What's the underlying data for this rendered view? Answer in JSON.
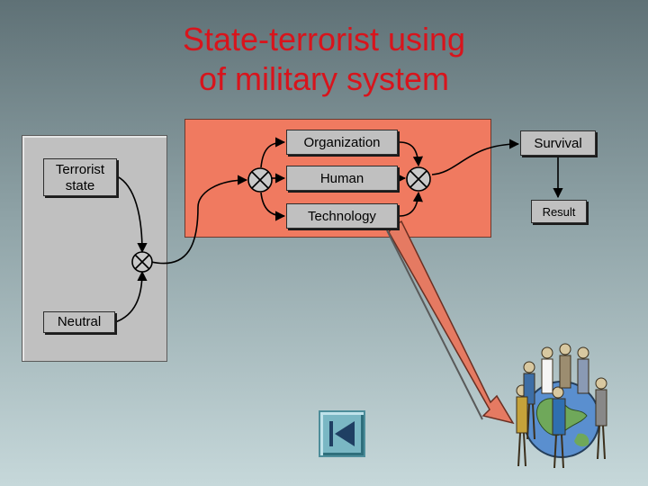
{
  "title": {
    "line1": "State-terrorist using",
    "line2": "of military system"
  },
  "diagram": {
    "terrorist_state": "Terrorist state",
    "neutral": "Neutral",
    "organization": "Organization",
    "human": "Human",
    "technology": "Technology",
    "survival": "Survival",
    "result": "Result"
  },
  "icons": {
    "nav_button": "back-to-start-icon",
    "illustration": "people-around-globe-icon"
  },
  "colors": {
    "title": "#d8141c",
    "system_panel": "#f07a60",
    "state_panel": "#c0c0c0",
    "arrow": "#e57a62",
    "nav_button": "#7ab7c4"
  }
}
